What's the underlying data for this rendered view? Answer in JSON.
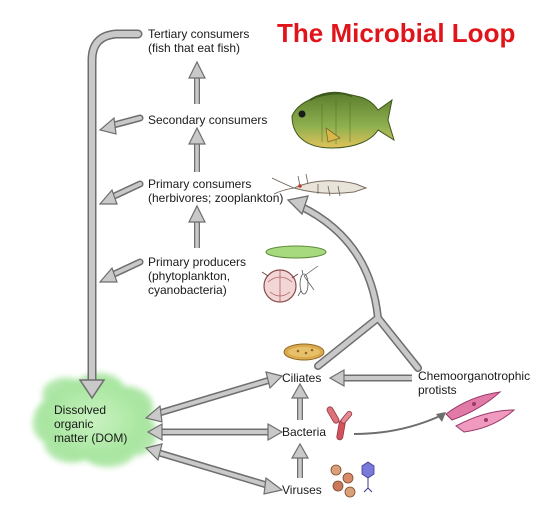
{
  "title": "The Microbial Loop",
  "nodes": {
    "tertiary": {
      "line1": "Tertiary consumers",
      "line2": "(fish that eat fish)"
    },
    "secondary": {
      "line1": "Secondary consumers"
    },
    "primary_consumers": {
      "line1": "Primary consumers",
      "line2": "(herbivores; zooplankton)"
    },
    "primary_producers": {
      "line1": "Primary producers",
      "line2": "(phytoplankton,",
      "line3": "cyanobacteria)"
    },
    "dom": {
      "line1": "Dissolved",
      "line2": "organic",
      "line3": "matter (DOM)"
    },
    "ciliates": {
      "line1": "Ciliates"
    },
    "bacteria": {
      "line1": "Bacteria"
    },
    "viruses": {
      "line1": "Viruses"
    },
    "protists": {
      "line1": "Chemoorganotrophic",
      "line2": "protists"
    }
  },
  "colors": {
    "title": "#e0151b",
    "arrow_fill": "#c9c9c9",
    "arrow_stroke": "#6e6e6e",
    "dom_cloud": "#a8e6a0",
    "fish_body": "#7fa34a",
    "ciliate": "#d9a94a",
    "bacteria": "#e0707a",
    "protist": "#e27aa8"
  },
  "icons": [
    "fish-illustration",
    "zooplankton-illustration",
    "phytoplankton-illustration",
    "ciliate-illustration",
    "bacteria-illustration",
    "virus-illustration",
    "protist-illustration"
  ]
}
